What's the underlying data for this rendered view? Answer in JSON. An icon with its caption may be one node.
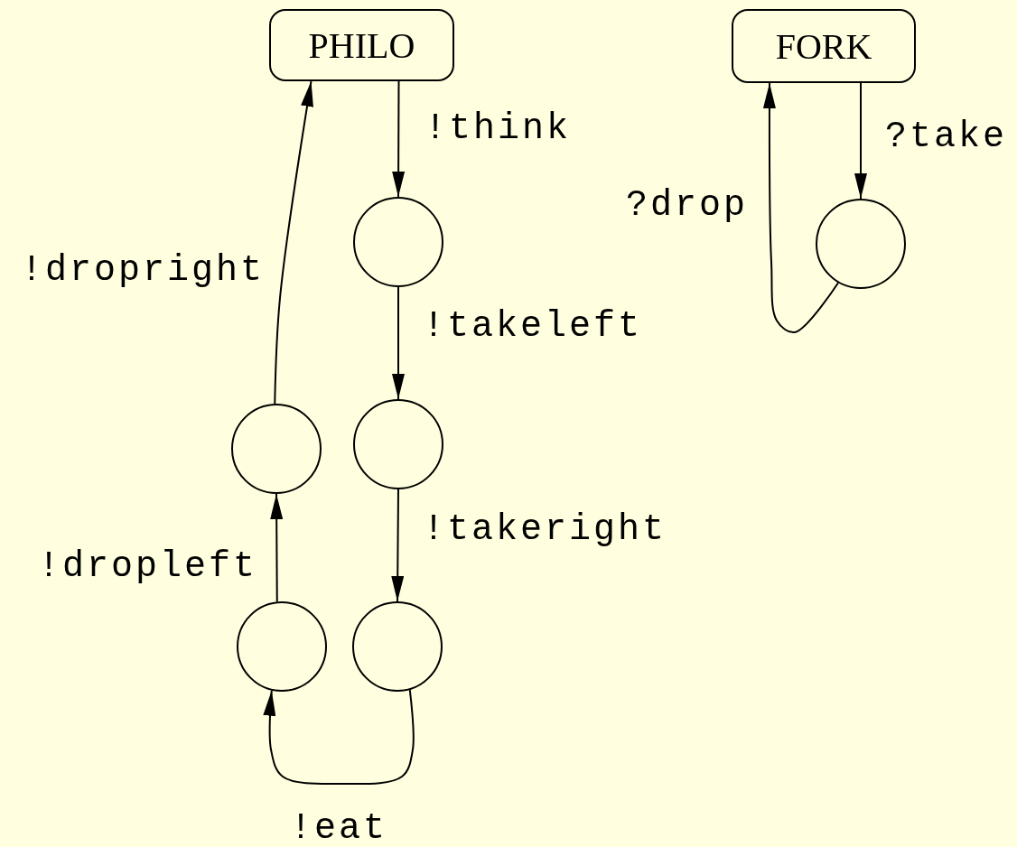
{
  "diagram": {
    "nodes": [
      {
        "text": [
          "PHILO"
        ]
      },
      {
        "text": [
          "FORK"
        ]
      },
      {
        "text": [],
        "shape": "circle"
      },
      {
        "text": [],
        "shape": "circle"
      },
      {
        "text": [],
        "shape": "circle"
      },
      {
        "text": [],
        "shape": "circle"
      },
      {
        "text": [],
        "shape": "circle"
      },
      {
        "text": [],
        "shape": "circle"
      }
    ],
    "edges": [
      {
        "from": 0,
        "to": 2,
        "arrow": "to",
        "label": "!think"
      },
      {
        "from": 2,
        "to": 3,
        "arrow": "to",
        "label": "!takeleft"
      },
      {
        "from": 3,
        "to": 4,
        "arrow": "to",
        "label": "!takeright"
      },
      {
        "from": 4,
        "to": 5,
        "arrow": "to",
        "label": "!eat"
      },
      {
        "from": 5,
        "to": 6,
        "arrow": "to",
        "label": "!dropleft"
      },
      {
        "from": 6,
        "to": 0,
        "arrow": "to",
        "label": "!dropright"
      },
      {
        "from": 1,
        "to": 7,
        "arrow": "to",
        "label": "?take"
      },
      {
        "from": 7,
        "to": 1,
        "arrow": "to",
        "label": "?drop"
      }
    ]
  }
}
